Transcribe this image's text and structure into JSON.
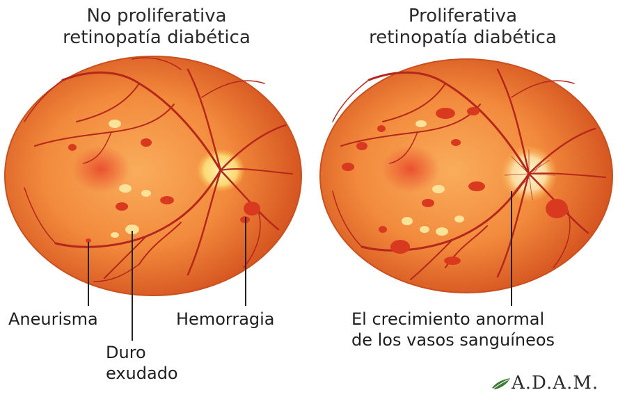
{
  "left_panel": {
    "title_line1": "No proliferativa",
    "title_line2": "retinopatía diabética"
  },
  "right_panel": {
    "title_line1": "Proliferativa",
    "title_line2": "retinopatía diabética"
  },
  "labels": {
    "aneurysm": "Aneurisma",
    "hard_exudate_line1": "Duro",
    "hard_exudate_line2": "exudado",
    "hemorrhage": "Hemorragia",
    "growth_line1": "El crecimiento anormal",
    "growth_line2": "de los vasos sanguíneos"
  },
  "logo": {
    "text": "A.D.A.M.",
    "icon": "leaf-icon"
  },
  "colors": {
    "retina_center": "#f7a04e",
    "retina_edge": "#d8561f",
    "vessel": "#b5261c",
    "hemorrhage": "#d93a1f",
    "exudate": "#fde29a",
    "optic_disc": "#fbe07a",
    "leader_line": "#222222"
  }
}
